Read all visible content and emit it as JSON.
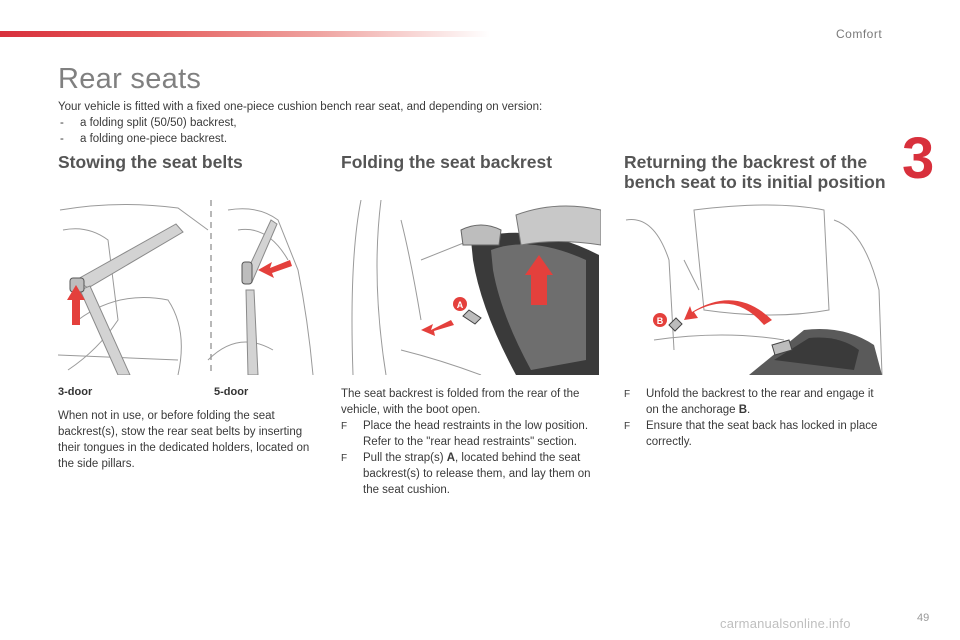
{
  "header": {
    "section": "Comfort",
    "chapter_number": "3"
  },
  "page_title": "Rear seats",
  "intro": {
    "text": "Your vehicle is fitted with a fixed one-piece cushion bench rear seat, and depending on version:",
    "items": [
      "a folding split (50/50) backrest,",
      "a folding one-piece backrest."
    ],
    "dash": "-"
  },
  "col1": {
    "heading": "Stowing the seat belts",
    "label_left": "3-door",
    "label_right": "5-door",
    "text": "When not in use, or before folding the seat backrest(s), stow the rear seat belts by inserting their tongues in the dedicated holders, located on the side pillars."
  },
  "col2": {
    "heading": "Folding the seat backrest",
    "callout": "A",
    "intro": "The seat backrest is folded from the rear of the vehicle, with the boot open.",
    "step1": "Place the head restraints in the low position.",
    "step1_note": "Refer to the \"rear head restraints\" section.",
    "step2_a": "Pull the strap(s) ",
    "step2_bold": "A",
    "step2_b": ", located behind the seat backrest(s) to release them, and lay them on the seat cushion."
  },
  "col3": {
    "heading_line1": "Returning the backrest of the",
    "heading_line2": "bench seat to its initial position",
    "callout": "B",
    "step1_a": "Unfold the backrest to the rear and engage it on the anchorage ",
    "step1_bold": "B",
    "step1_b": ".",
    "step2": "Ensure that the seat back has locked in place correctly."
  },
  "bullet_glyph": "F",
  "footer": {
    "page_number": "49",
    "watermark": "carmanualsonline.info"
  },
  "colors": {
    "accent": "#d8303c",
    "heading": "#555555"
  }
}
